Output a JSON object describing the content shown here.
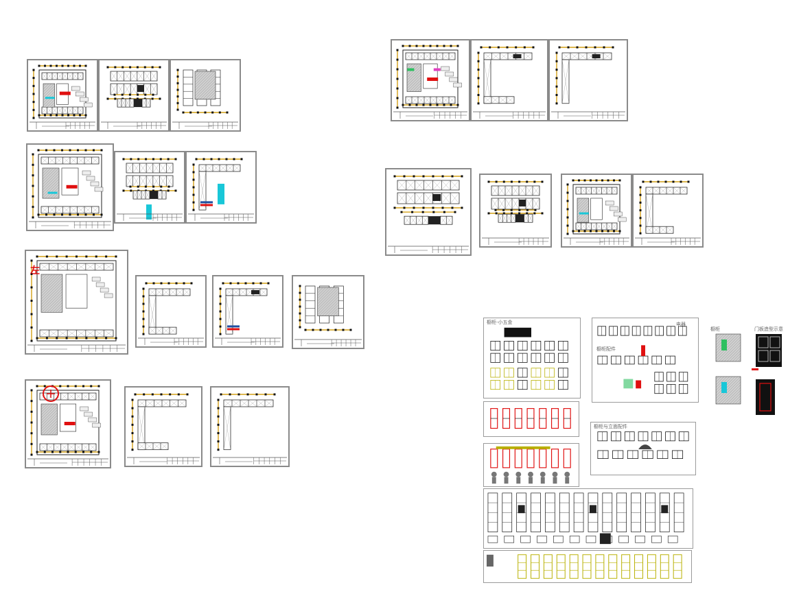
{
  "canvas": {
    "background": "#ffffff"
  },
  "colors": {
    "frame": "#8a8a8a",
    "outline": "#000000",
    "dimension": "#d4a017",
    "accent_red": "#e01010",
    "accent_cyan": "#19c7d8",
    "accent_blue": "#1f4fa0",
    "accent_green": "#2ec060",
    "accent_pink": "#e040c0",
    "hatch": "#9a9a9a"
  },
  "labels": {
    "red_mark": "左",
    "lib_title_1": "橱柜-小五金",
    "lib_title_2": "电器",
    "lib_title_3": "橱柜配件",
    "lib_title_4": "橱柜与立面配件",
    "lib_title_5": "橱柜",
    "lib_title_6": "门板造型示意"
  }
}
